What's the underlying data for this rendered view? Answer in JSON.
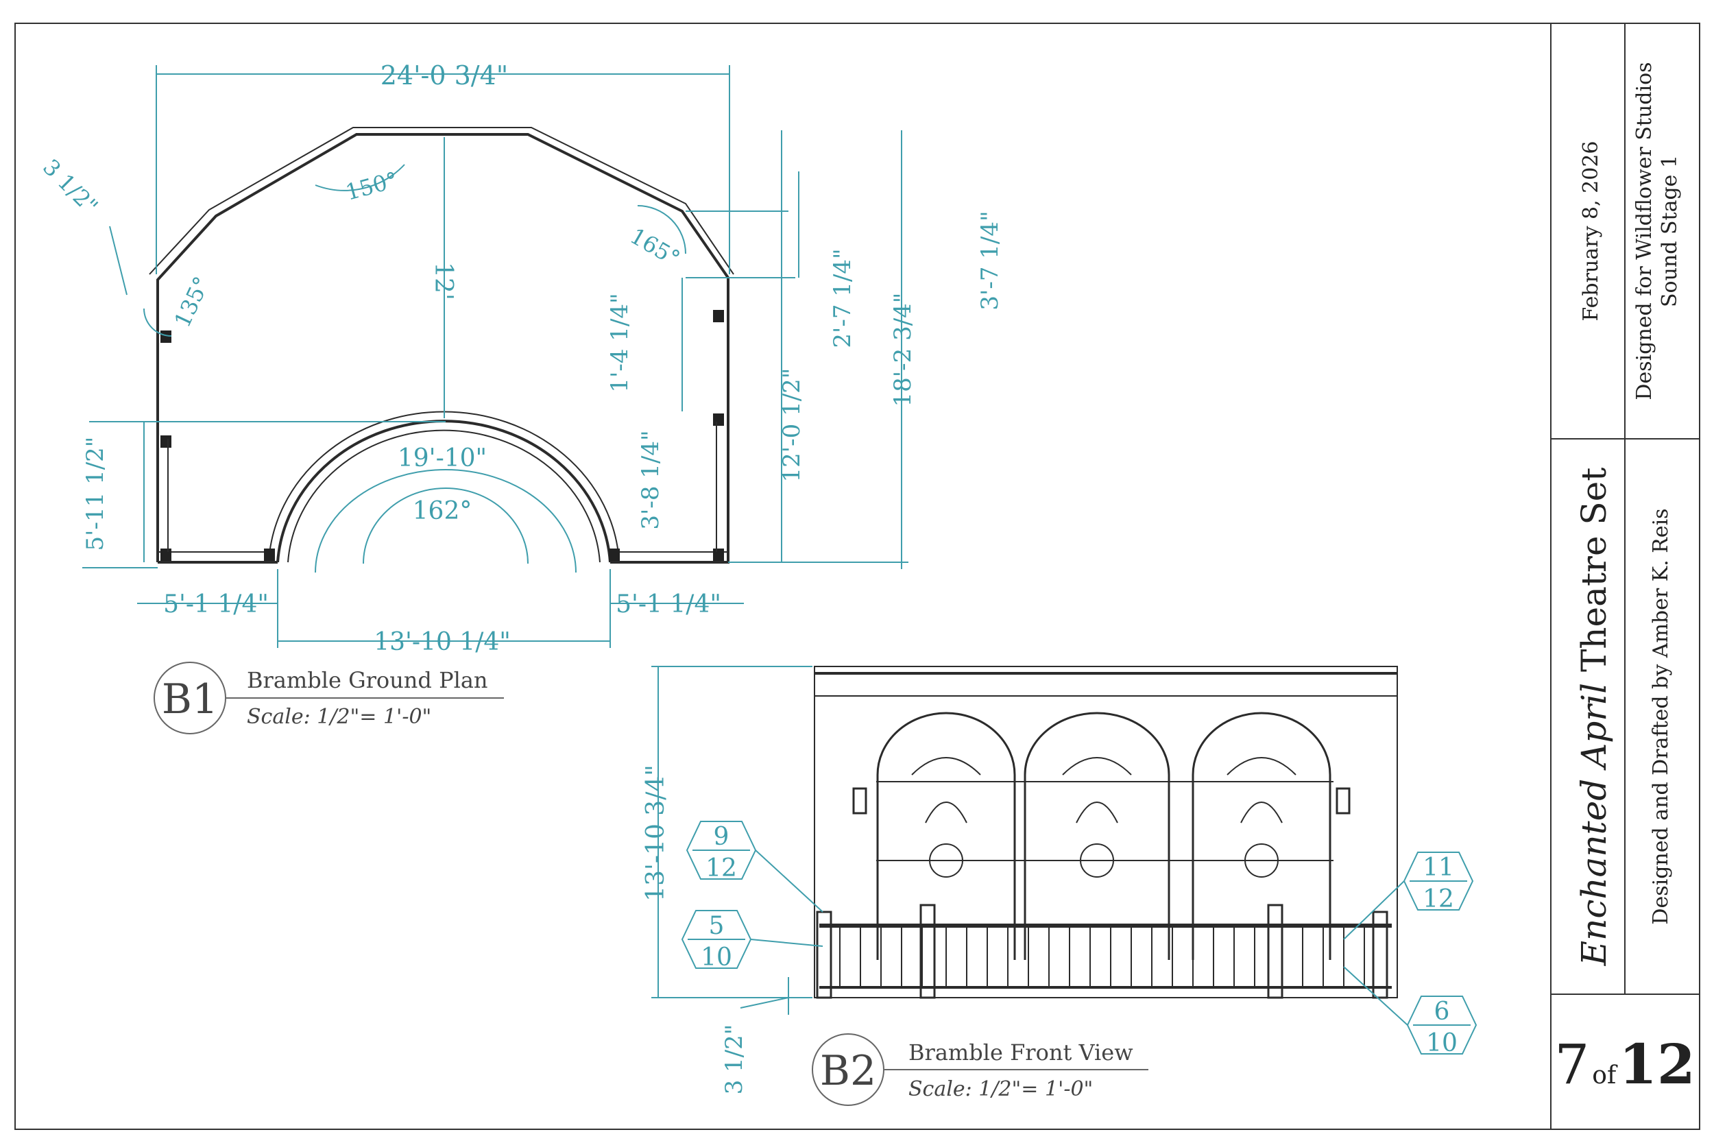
{
  "title_block": {
    "date": "February 8, 2026",
    "designed_for_line1": "Designed for Wildflower Studios",
    "designed_for_line2": "Sound Stage 1",
    "title_italic": "Enchanted April",
    "title_rest": " Theatre Set",
    "designer": "Designed and Drafted by Amber K. Reis",
    "page_number": "7",
    "page_of": "of",
    "page_total": "12"
  },
  "ground_plan": {
    "badge": "B1",
    "title": "Bramble Ground Plan",
    "scale": "Scale:  1/2\"= 1'-0\"",
    "dims": {
      "overall_width": "24'-0 3/4\"",
      "offset_top_left": "3 1/2\"",
      "angle_150": "150°",
      "angle_135": "135°",
      "angle_165": "165°",
      "center_depth": "12'",
      "dim_3_7_1_4": "3'-7 1/4\"",
      "dim_2_7_1_4": "2'-7 1/4\"",
      "dim_18_2_3_4": "18'-2 3/4\"",
      "dim_12_0_1_2": "12'-0 1/2\"",
      "dim_1_4_1_4": "1'-4 1/4\"",
      "dim_3_8_1_4": "3'-8 1/4\"",
      "dim_5_11_1_2": "5'-11 1/2\"",
      "arc_length": "19'-10\"",
      "arc_angle": "162°",
      "left_return": "5'-1 1/4\"",
      "right_return": "5'-1 1/4\"",
      "opening": "13'-10 1/4\""
    }
  },
  "front_view": {
    "badge": "B2",
    "title": "Bramble Front View",
    "scale": "Scale:  1/2\"= 1'-0\"",
    "height": "13'-10 3/4\"",
    "base": "3 1/2\"",
    "callouts": [
      {
        "top": "9",
        "bottom": "12"
      },
      {
        "top": "5",
        "bottom": "10"
      },
      {
        "top": "11",
        "bottom": "12"
      },
      {
        "top": "6",
        "bottom": "10"
      }
    ]
  }
}
